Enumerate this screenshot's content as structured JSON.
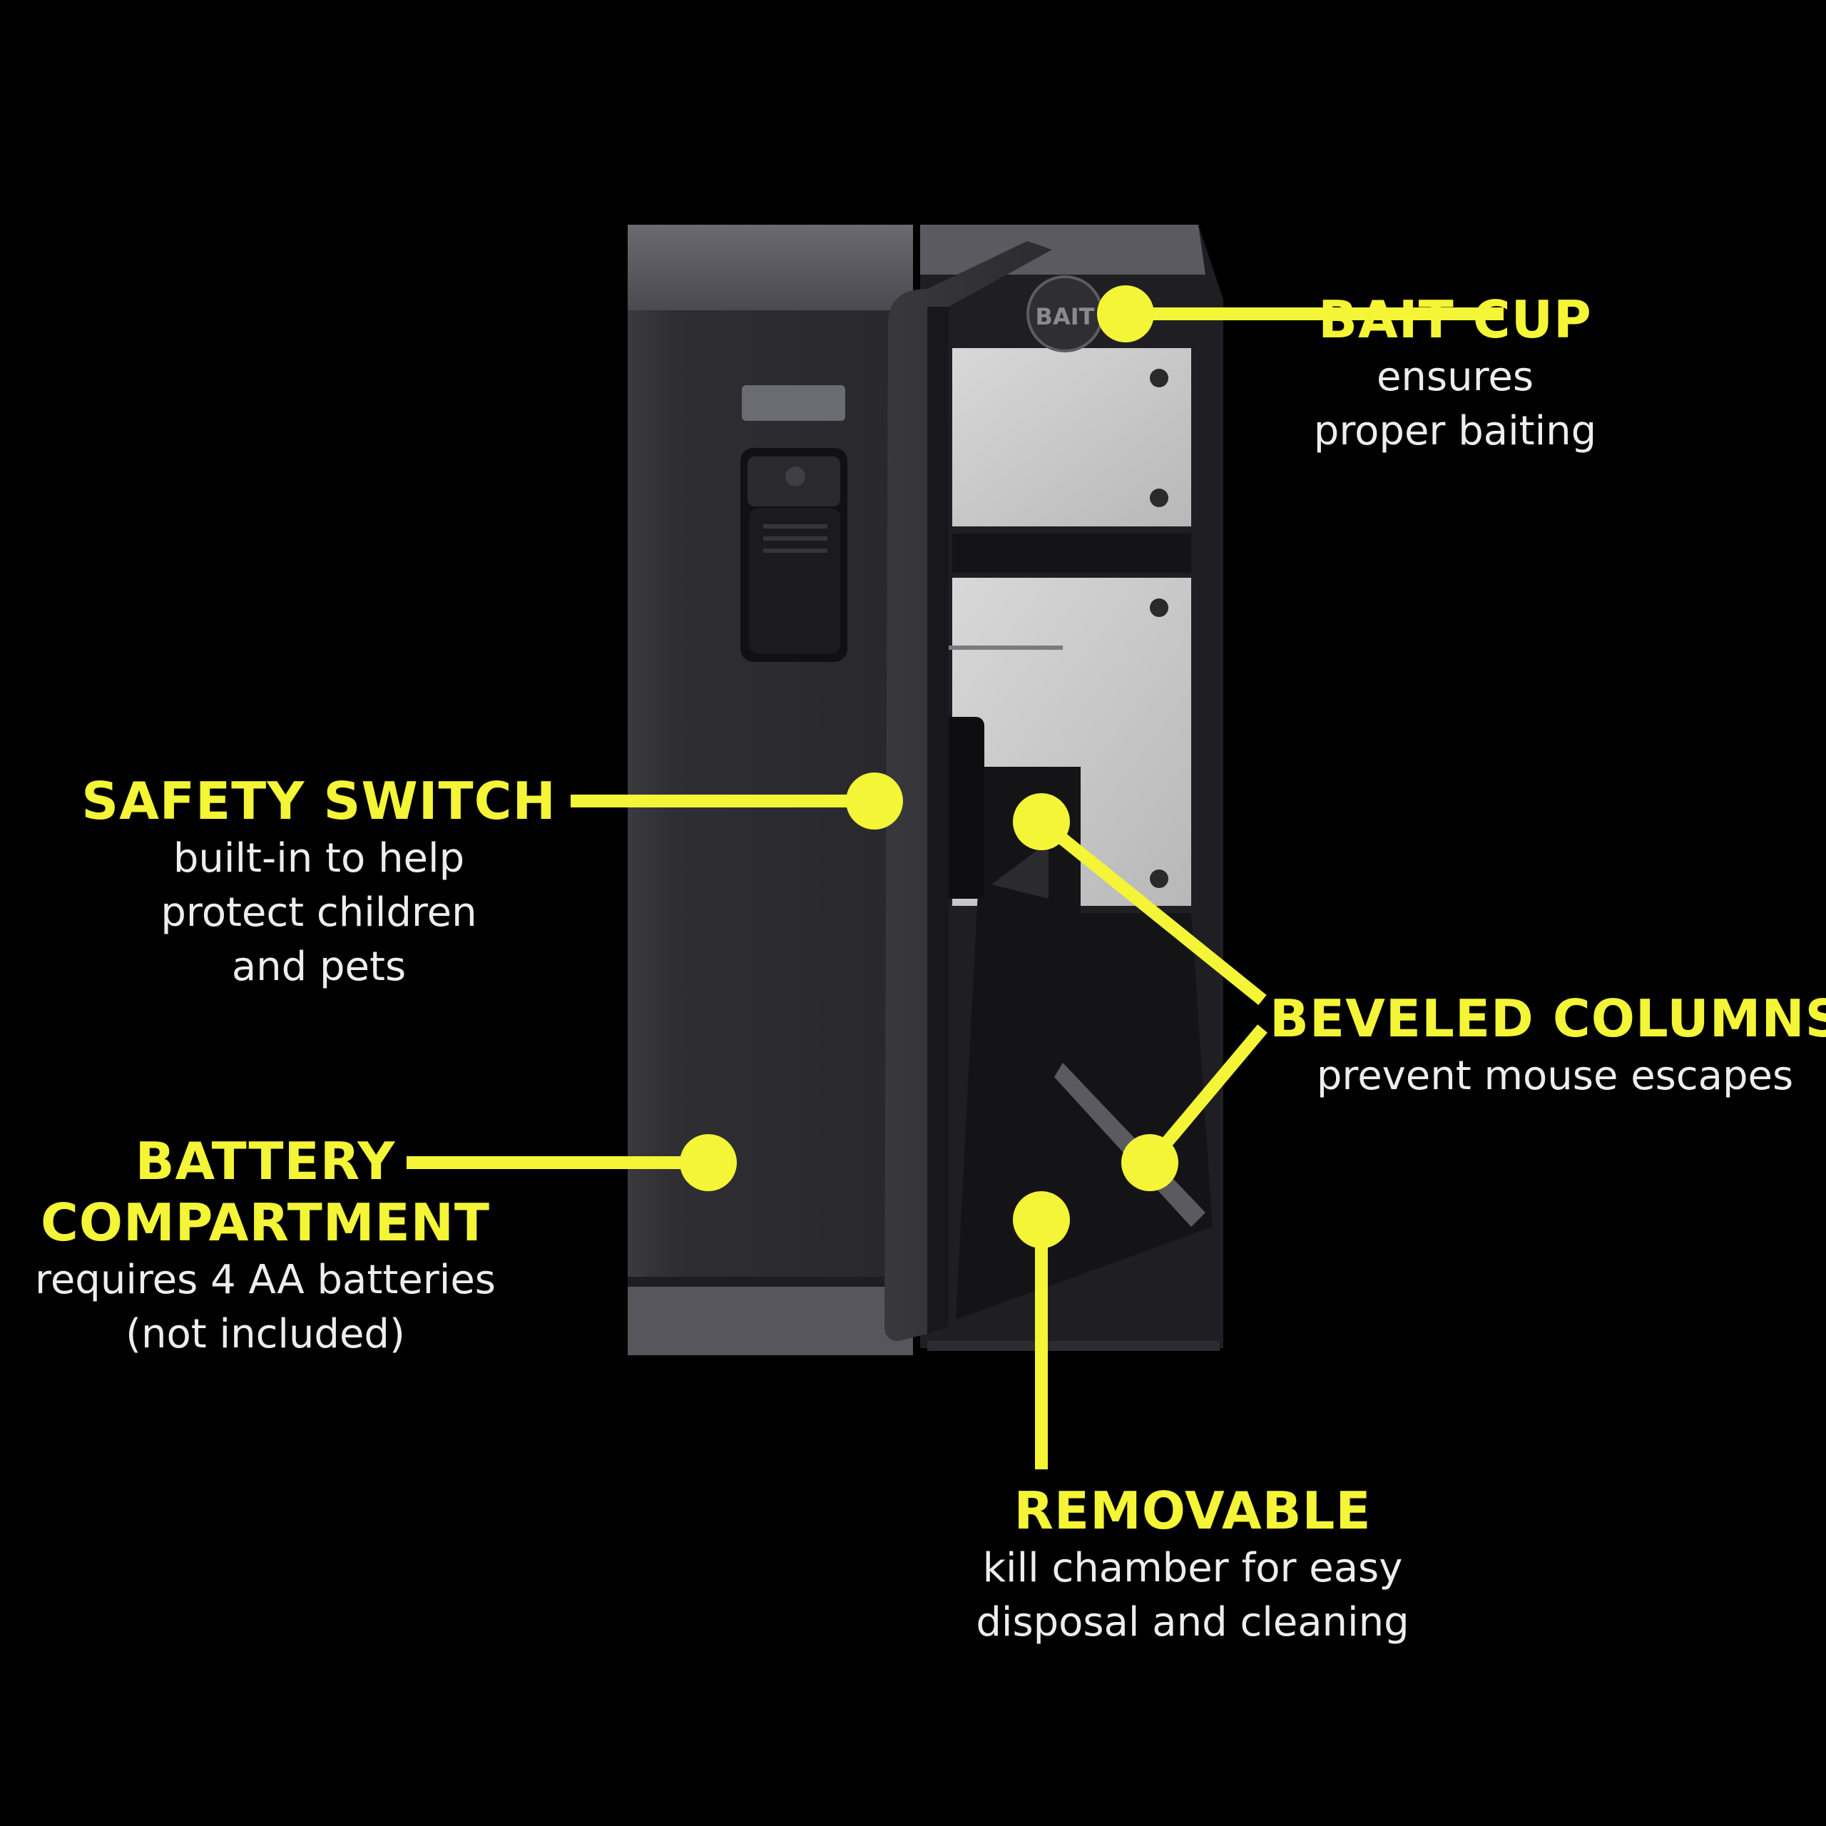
{
  "callouts": {
    "bait_cup": {
      "title": "BAIT CUP",
      "lines": [
        "ensures",
        "proper baiting"
      ]
    },
    "safety_switch": {
      "title": "SAFETY SWITCH",
      "lines": [
        "built-in to help",
        "protect children",
        "and pets"
      ]
    },
    "battery": {
      "title_lines": [
        "BATTERY",
        "COMPARTMENT"
      ],
      "lines": [
        "requires 4 AA batteries",
        "(not included)"
      ]
    },
    "beveled_columns": {
      "title": "BEVELED COLUMNS",
      "lines": [
        "prevent mouse escapes"
      ]
    },
    "removable": {
      "title": "REMOVABLE",
      "lines": [
        "kill chamber for easy",
        "disposal and cleaning"
      ]
    }
  },
  "bait_cup_emboss": "BAIT",
  "colors": {
    "background": "#000000",
    "accent": "#f4f536",
    "text": "#ededed"
  }
}
